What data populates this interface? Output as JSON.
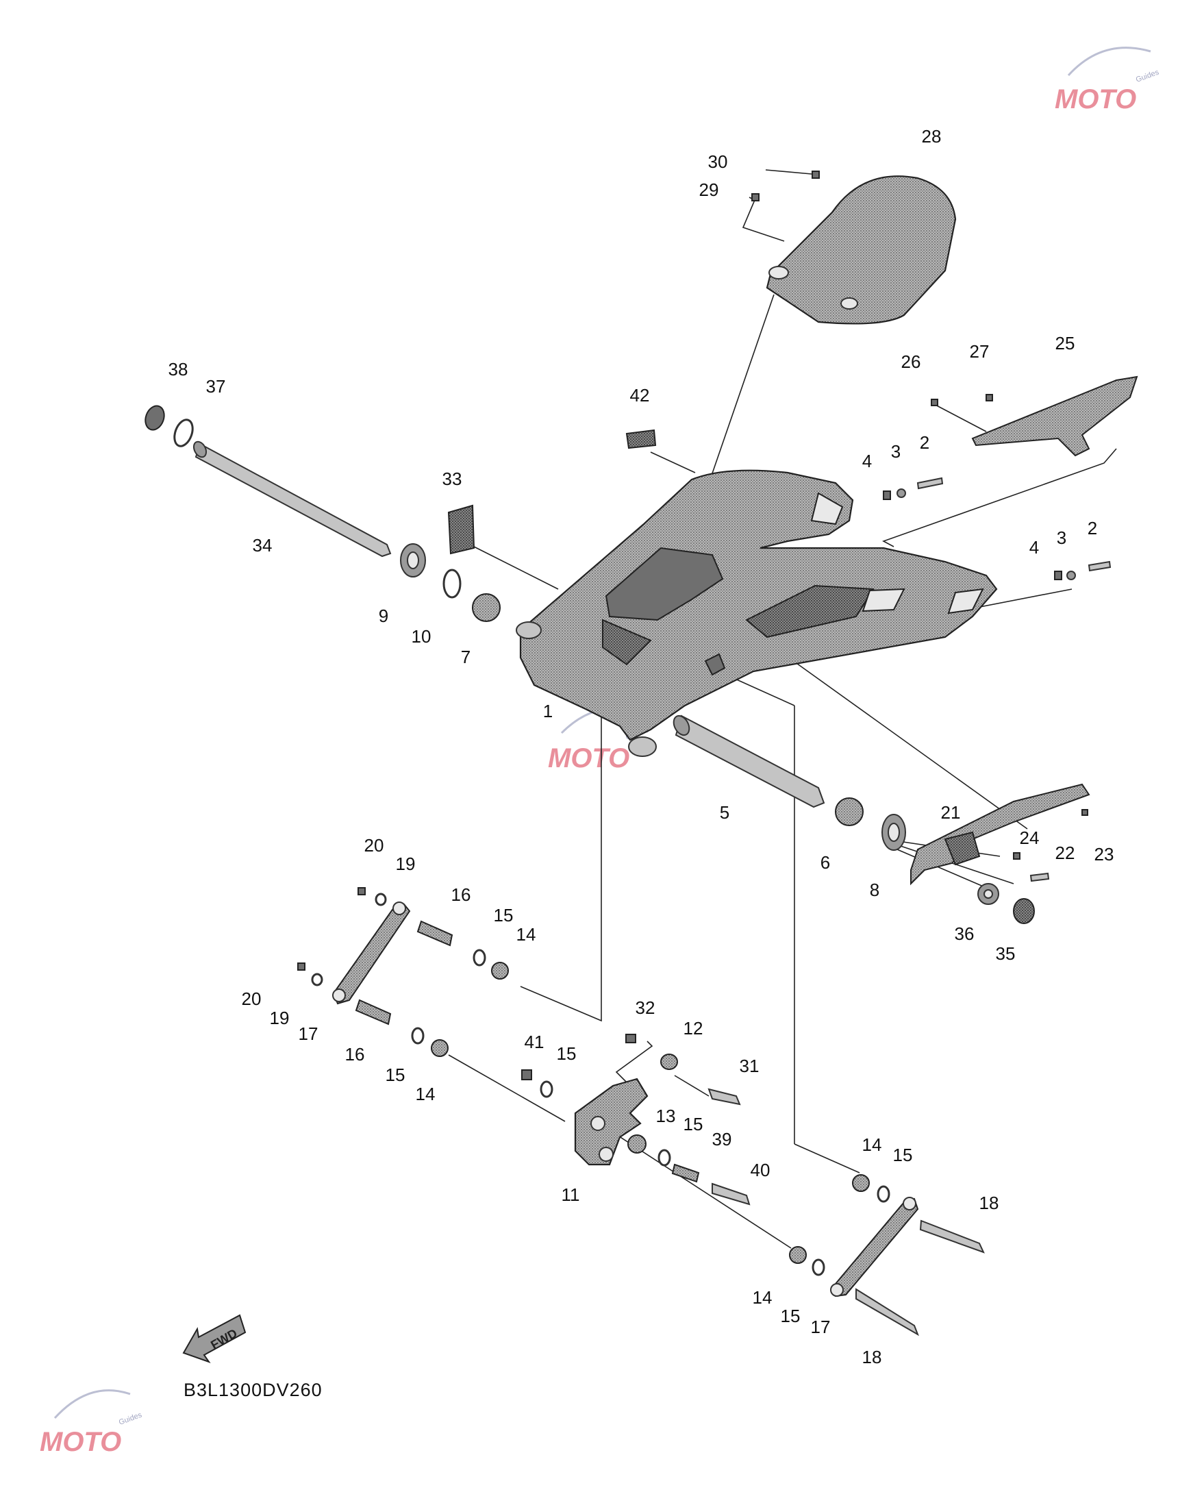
{
  "diagram_code": "B3L1300DV260",
  "forward_label": "FWD",
  "watermark": {
    "brand": "MOTO",
    "sub": "Guides"
  },
  "callouts": [
    {
      "id": "c28",
      "text": "28"
    },
    {
      "id": "c30",
      "text": "30"
    },
    {
      "id": "c29",
      "text": "29"
    },
    {
      "id": "c38",
      "text": "38"
    },
    {
      "id": "c37",
      "text": "37"
    },
    {
      "id": "c42",
      "text": "42"
    },
    {
      "id": "c26",
      "text": "26"
    },
    {
      "id": "c27",
      "text": "27"
    },
    {
      "id": "c25",
      "text": "25"
    },
    {
      "id": "c33",
      "text": "33"
    },
    {
      "id": "c34",
      "text": "34"
    },
    {
      "id": "c4a",
      "text": "4"
    },
    {
      "id": "c3a",
      "text": "3"
    },
    {
      "id": "c2a",
      "text": "2"
    },
    {
      "id": "c4b",
      "text": "4"
    },
    {
      "id": "c3b",
      "text": "3"
    },
    {
      "id": "c2b",
      "text": "2"
    },
    {
      "id": "c9",
      "text": "9"
    },
    {
      "id": "c10",
      "text": "10"
    },
    {
      "id": "c7",
      "text": "7"
    },
    {
      "id": "c1",
      "text": "1"
    },
    {
      "id": "c5",
      "text": "5"
    },
    {
      "id": "c21",
      "text": "21"
    },
    {
      "id": "c6",
      "text": "6"
    },
    {
      "id": "c8",
      "text": "8"
    },
    {
      "id": "c24",
      "text": "24"
    },
    {
      "id": "c22",
      "text": "22"
    },
    {
      "id": "c23",
      "text": "23"
    },
    {
      "id": "c36",
      "text": "36"
    },
    {
      "id": "c35",
      "text": "35"
    },
    {
      "id": "c20a",
      "text": "20"
    },
    {
      "id": "c19a",
      "text": "19"
    },
    {
      "id": "c16a",
      "text": "16"
    },
    {
      "id": "c15a",
      "text": "15"
    },
    {
      "id": "c14a",
      "text": "14"
    },
    {
      "id": "c20b",
      "text": "20"
    },
    {
      "id": "c19b",
      "text": "19"
    },
    {
      "id": "c17a",
      "text": "17"
    },
    {
      "id": "c16b",
      "text": "16"
    },
    {
      "id": "c15b",
      "text": "15"
    },
    {
      "id": "c14b",
      "text": "14"
    },
    {
      "id": "c32",
      "text": "32"
    },
    {
      "id": "c12",
      "text": "12"
    },
    {
      "id": "c41",
      "text": "41"
    },
    {
      "id": "c15c",
      "text": "15"
    },
    {
      "id": "c31",
      "text": "31"
    },
    {
      "id": "c13",
      "text": "13"
    },
    {
      "id": "c15d",
      "text": "15"
    },
    {
      "id": "c39",
      "text": "39"
    },
    {
      "id": "c40",
      "text": "40"
    },
    {
      "id": "c11",
      "text": "11"
    },
    {
      "id": "c14c",
      "text": "14"
    },
    {
      "id": "c15e",
      "text": "15"
    },
    {
      "id": "c18a",
      "text": "18"
    },
    {
      "id": "c14d",
      "text": "14"
    },
    {
      "id": "c15f",
      "text": "15"
    },
    {
      "id": "c17b",
      "text": "17"
    },
    {
      "id": "c18b",
      "text": "18"
    }
  ]
}
